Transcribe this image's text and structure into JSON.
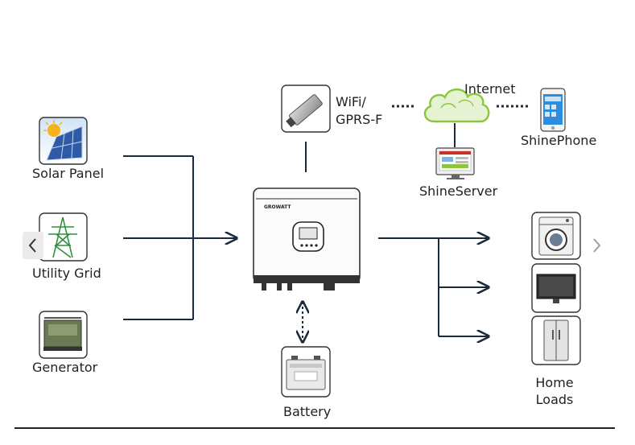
{
  "sources": [
    {
      "id": "solar",
      "label": "Solar Panel",
      "icon": "solar-panel-icon"
    },
    {
      "id": "grid",
      "label": "Utility Grid",
      "icon": "utility-grid-icon"
    },
    {
      "id": "generator",
      "label": "Generator",
      "icon": "generator-icon"
    }
  ],
  "inverter": {
    "brand": "GROWATT",
    "icon": "inverter-icon"
  },
  "wifi": {
    "label_line1": "WiFi/",
    "label_line2": "GPRS-F",
    "icon": "wifi-dongle-icon"
  },
  "internet": {
    "label": "Internet",
    "icon": "cloud-icon"
  },
  "phone": {
    "label": "ShinePhone",
    "icon": "smartphone-icon"
  },
  "server": {
    "label": "ShineServer",
    "icon": "monitor-icon"
  },
  "battery": {
    "label": "Battery",
    "icon": "battery-icon"
  },
  "loads": {
    "label_line1": "Home",
    "label_line2": "Loads",
    "items": [
      {
        "icon": "washing-machine-icon"
      },
      {
        "icon": "television-icon"
      },
      {
        "icon": "refrigerator-icon"
      }
    ]
  },
  "colors": {
    "line": "#1b2a3a",
    "text": "#222222",
    "cloud": "#8cc63e"
  },
  "nav": {
    "prev_icon": "chevron-left-icon",
    "next_icon": "chevron-right-icon"
  }
}
